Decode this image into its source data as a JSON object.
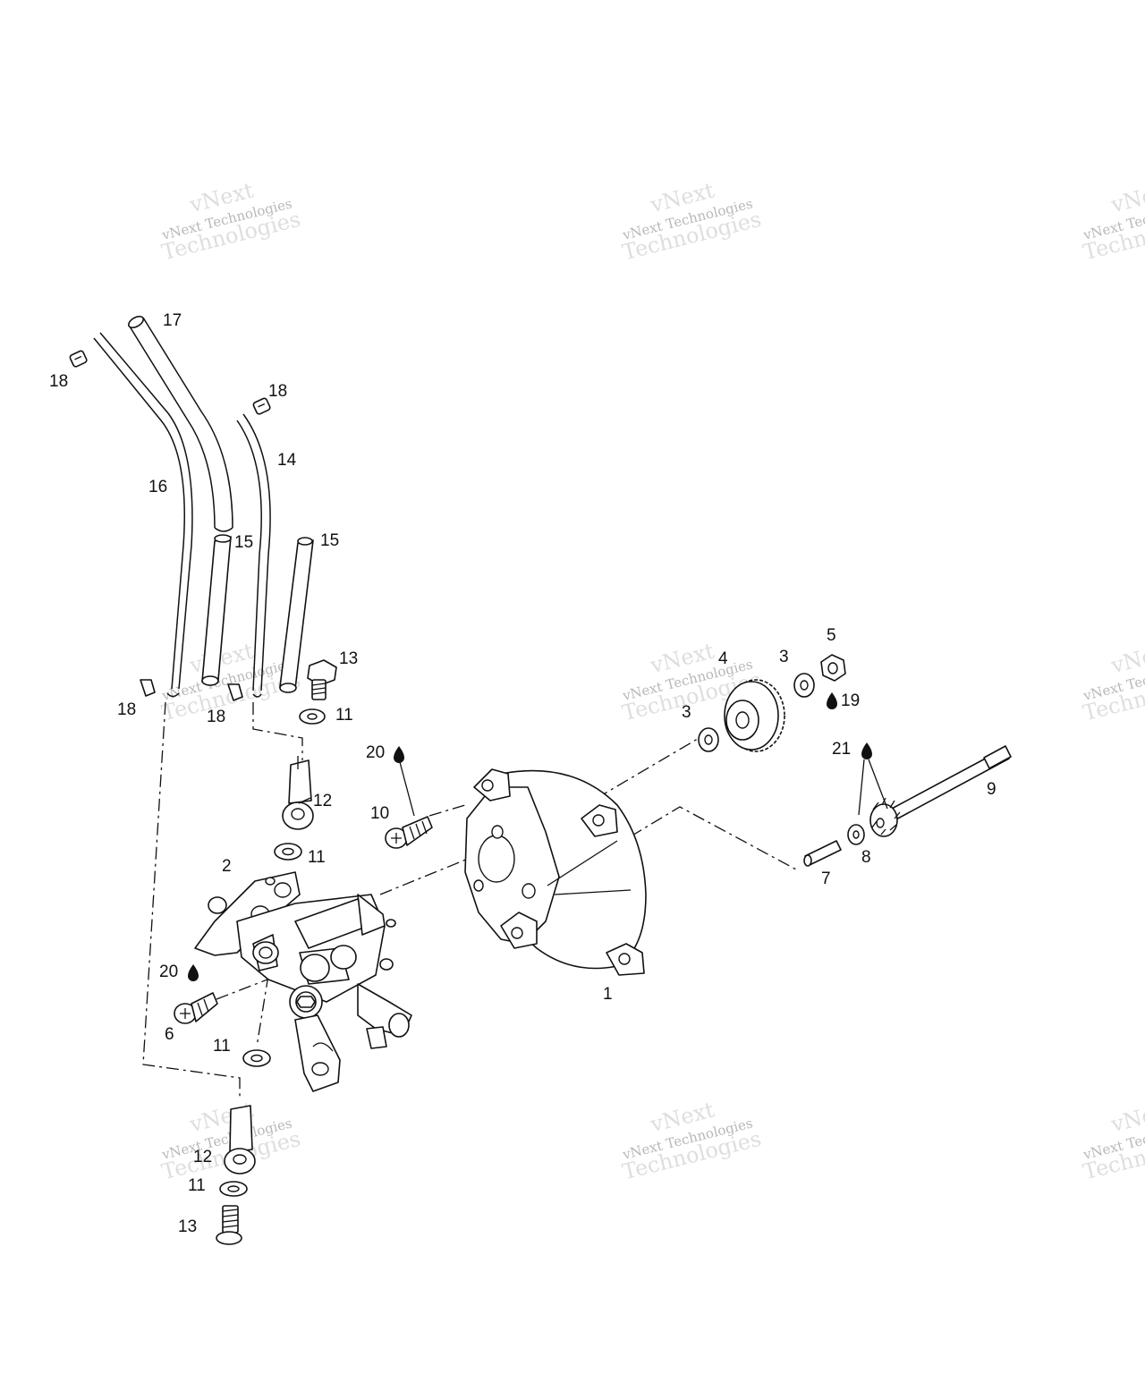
{
  "diagram": {
    "callouts": {
      "c1": "1",
      "c2": "2",
      "c3a": "3",
      "c3b": "3",
      "c4": "4",
      "c5": "5",
      "c6": "6",
      "c7": "7",
      "c8": "8",
      "c9": "9",
      "c10": "10",
      "c11a": "11",
      "c11b": "11",
      "c11c": "11",
      "c11d": "11",
      "c12a": "12",
      "c12b": "12",
      "c13a": "13",
      "c13b": "13",
      "c14": "14",
      "c15a": "15",
      "c15b": "15",
      "c16": "16",
      "c17": "17",
      "c18a": "18",
      "c18b": "18",
      "c18c": "18",
      "c19": "19",
      "c20a": "20",
      "c20b": "20",
      "c21": "21"
    },
    "watermark": {
      "line1": "vNext Technologies",
      "line2": "vNext",
      "line3": "Technologies"
    },
    "colors": {
      "ink": "#111111",
      "background": "#ffffff",
      "watermark": "#bdbdbd"
    }
  }
}
